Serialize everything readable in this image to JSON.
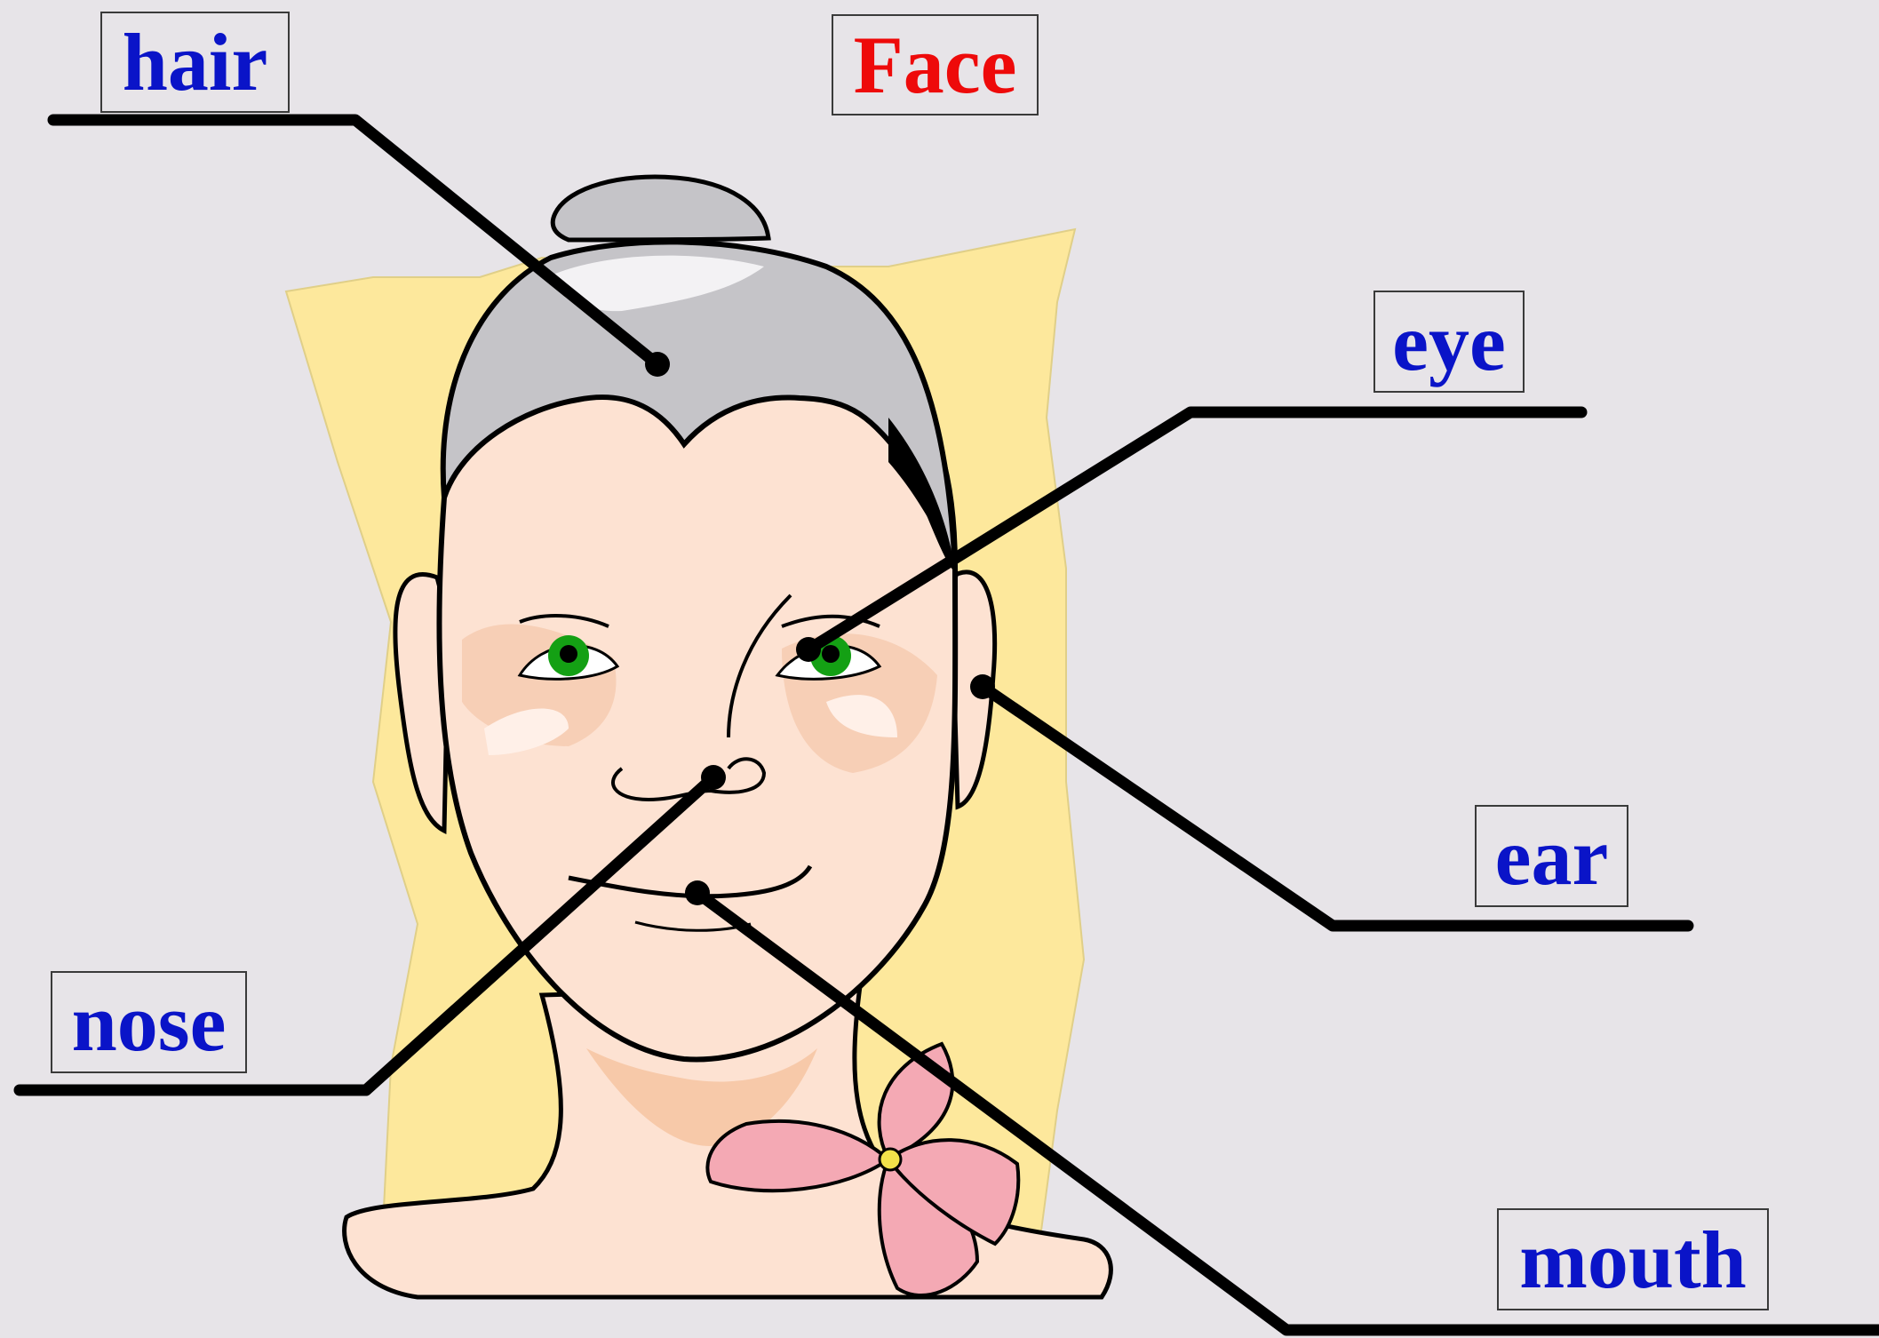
{
  "title": {
    "text": "Face",
    "color": "#ee0a0a"
  },
  "label_color": "#0a14c8",
  "labels": {
    "hair": "hair",
    "eye": "eye",
    "ear": "ear",
    "nose": "nose",
    "mouth": "mouth"
  }
}
